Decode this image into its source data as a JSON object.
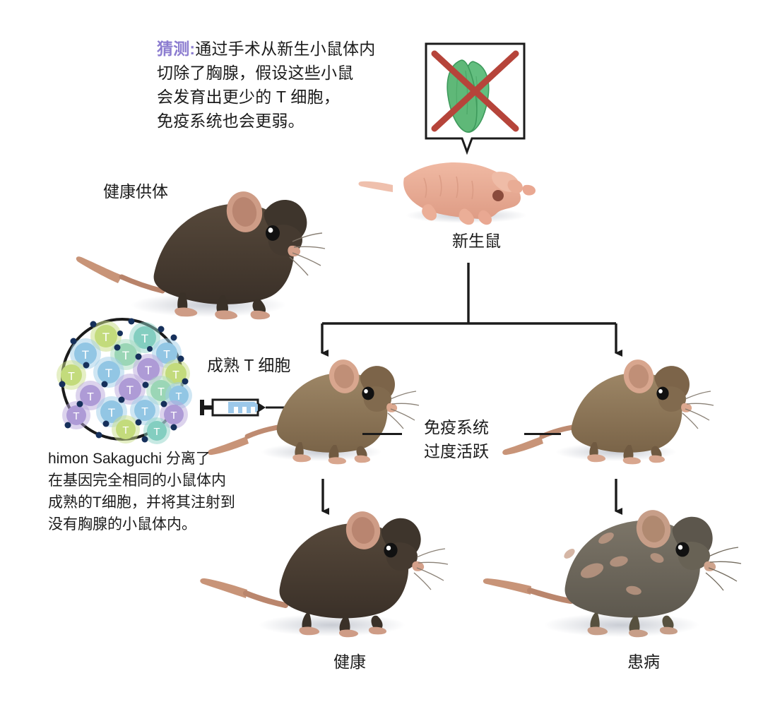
{
  "diagram": {
    "title": "Sakaguchi thymectomy and regulatory T cell transfer experiment",
    "background": "#ffffff",
    "hypothesis": {
      "tag": "猜测:",
      "tag_color": "#8C7DD0",
      "body": "通过手术从新生小鼠体内切除了胸腺，假设这些小鼠会发育出更少的 T 细胞，免疫系统也会更弱。",
      "lines": [
        "猜测:通过手术从新生小鼠体内",
        "切除了胸腺，假设这些小鼠",
        "会发育出更少的 T 细胞，",
        "免疫系统也会更弱。"
      ]
    },
    "caption": {
      "lines": [
        "himon Sakaguchi 分离了",
        "在基因完全相同的小鼠体内",
        "成熟的T细胞，并将其注射到",
        "没有胸腺的小鼠体内。"
      ]
    },
    "labels": {
      "donor": "健康供体",
      "newborn": "新生鼠",
      "mature_t_cells": "成熟 T 细胞",
      "immune_overactive_line1": "免疫系统",
      "immune_overactive_line2": "过度活跃",
      "outcome_healthy": "健康",
      "outcome_sick": "患病"
    },
    "callout": {
      "name": "thymus-removed-callout",
      "organ": "thymus",
      "organ_color": "#5FB878",
      "cross_color": "#B6443A",
      "border_color": "#1b1b1b",
      "meaning": "胸腺被切除"
    },
    "tcell_dish": {
      "name": "t-cell-population",
      "cell_glyph": "T",
      "cell_colors": [
        "#9FCDE8",
        "#A8DCC0",
        "#CBDF8C",
        "#B9A8DC",
        "#8FD4C8"
      ],
      "receptor_color": "#16305B",
      "border_color": "#1b1b1b",
      "cell_count": 22
    },
    "syringe": {
      "name": "syringe",
      "fluid_color": "#9CC8EA",
      "body_color": "#ffffff",
      "outline_color": "#1b1b1b"
    },
    "mice": [
      {
        "id": "donor-mouse",
        "label": "健康供体",
        "coat": "#4A3F33",
        "kind": "adult-dark"
      },
      {
        "id": "newborn-mouse",
        "label": "新生鼠",
        "coat": "#E8A891",
        "kind": "hairless-pup"
      },
      {
        "id": "injected-mouse",
        "label": "",
        "coat": "#8A7358",
        "kind": "adult-brown"
      },
      {
        "id": "untreated-mouse",
        "label": "",
        "coat": "#8A7358",
        "kind": "adult-brown"
      },
      {
        "id": "healthy-outcome-mouse",
        "label": "健康",
        "coat": "#4A3F33",
        "kind": "adult-dark"
      },
      {
        "id": "sick-outcome-mouse",
        "label": "患病",
        "coat": "#6E685C",
        "kind": "adult-patchy"
      }
    ],
    "arrows": [
      {
        "id": "branch-stem",
        "from": "新生鼠",
        "to": "branch"
      },
      {
        "id": "branch-left-arrow",
        "to": "injected-mouse"
      },
      {
        "id": "branch-right-arrow",
        "to": "untreated-mouse"
      },
      {
        "id": "left-outcome-arrow",
        "to": "healthy-outcome-mouse"
      },
      {
        "id": "right-outcome-arrow",
        "to": "sick-outcome-mouse"
      }
    ],
    "palette": {
      "ink": "#1b1b1b",
      "purple": "#8C7DD0",
      "mouse_dark": "#4A3F33",
      "mouse_brown": "#8A7358",
      "mouse_gray": "#6E685C",
      "skin_pink": "#E8A891",
      "shadow": "#C9CBD2"
    }
  }
}
